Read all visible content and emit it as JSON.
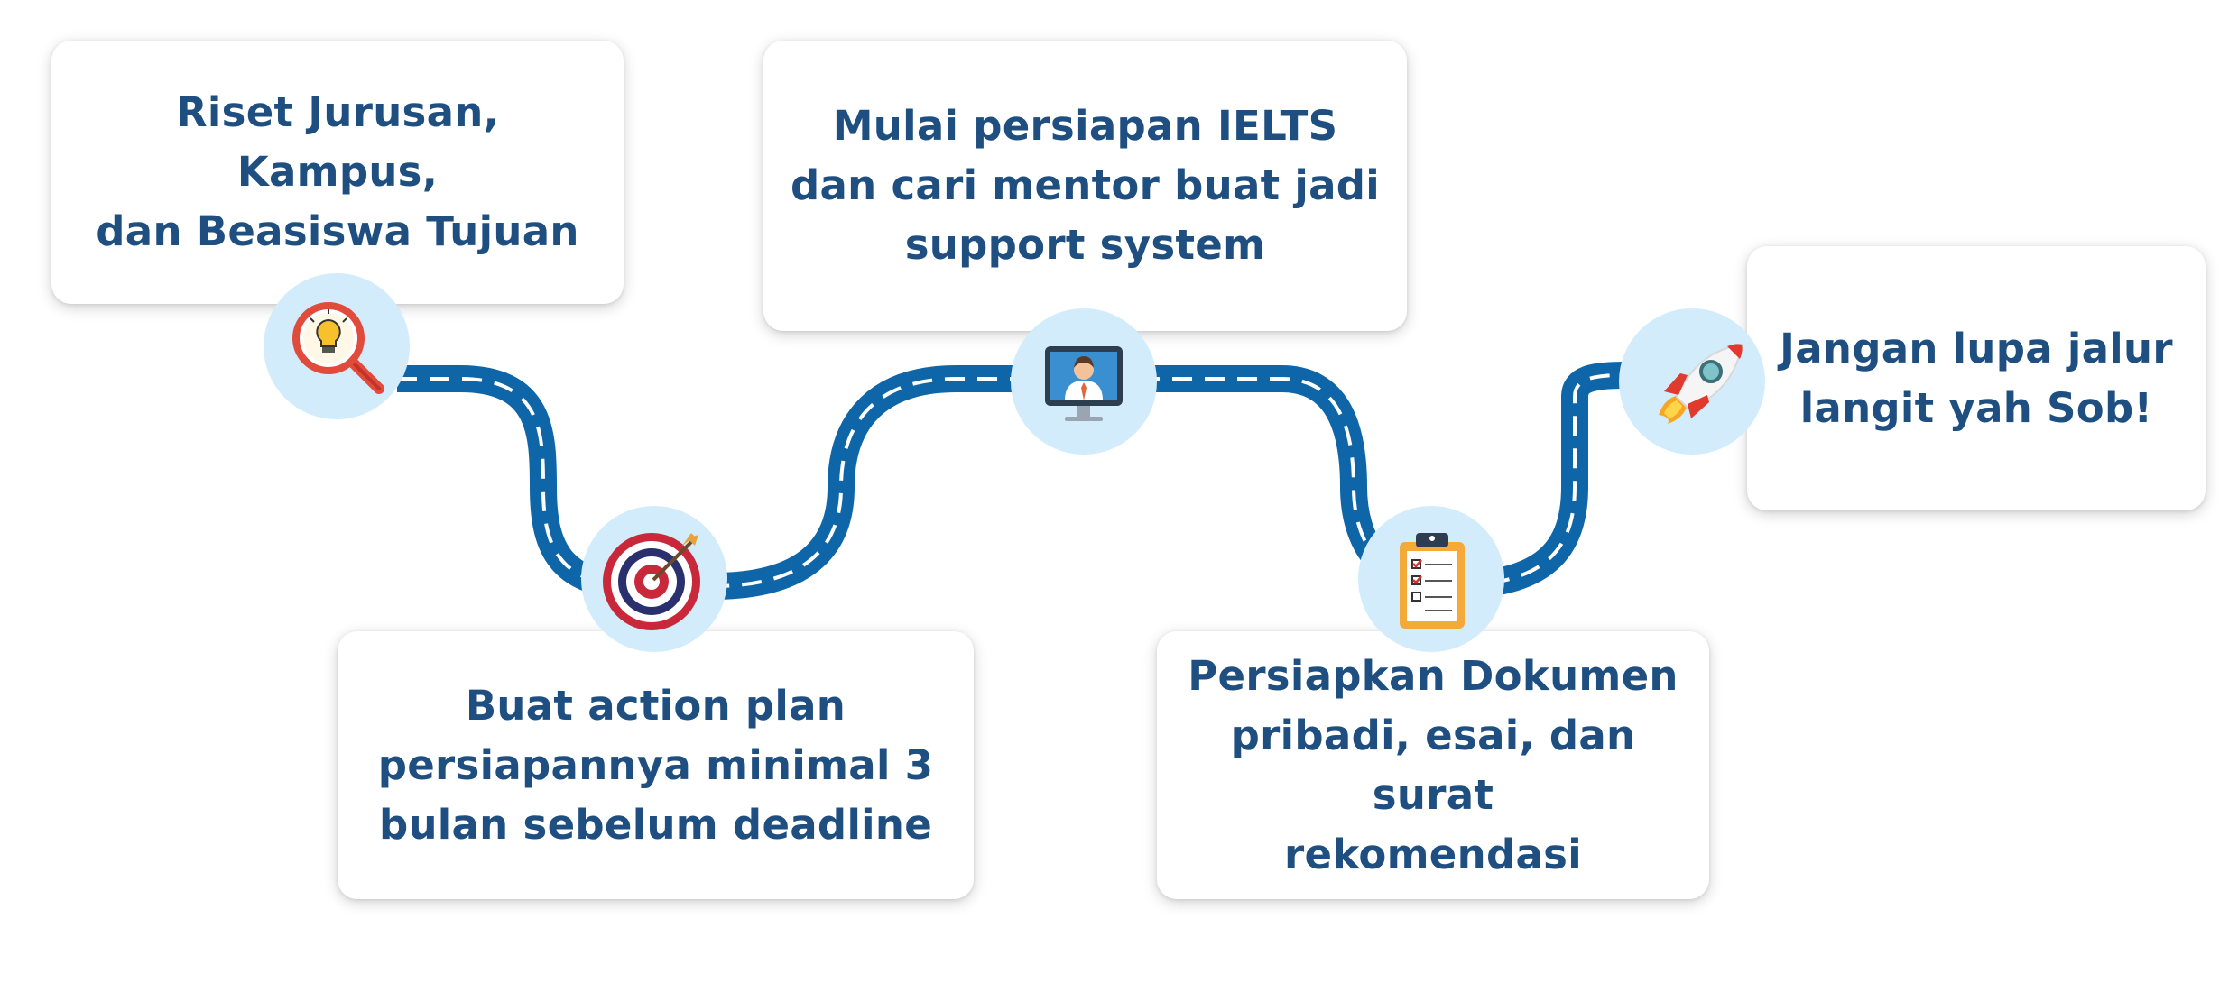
{
  "steps": [
    {
      "label": "Riset Jurusan, Kampus,\ndan Beasiswa Tujuan",
      "icon": "magnifier-lightbulb-icon"
    },
    {
      "label": "Buat action plan\npersiapannya minimal 3\nbulan sebelum deadline",
      "icon": "target-dart-icon"
    },
    {
      "label": "Mulai persiapan IELTS\ndan cari mentor buat jadi\nsupport system",
      "icon": "mentor-monitor-icon"
    },
    {
      "label": "Persiapkan Dokumen\npribadi, esai, dan surat\nrekomendasi",
      "icon": "clipboard-checklist-icon"
    },
    {
      "label": "Jangan lupa jalur\nlangit yah Sob!",
      "icon": "rocket-icon"
    }
  ],
  "colors": {
    "road": "#0e66a8",
    "road_dash": "#ffffff",
    "node_bg": "#d3ecfb",
    "text": "#1e4f80"
  }
}
